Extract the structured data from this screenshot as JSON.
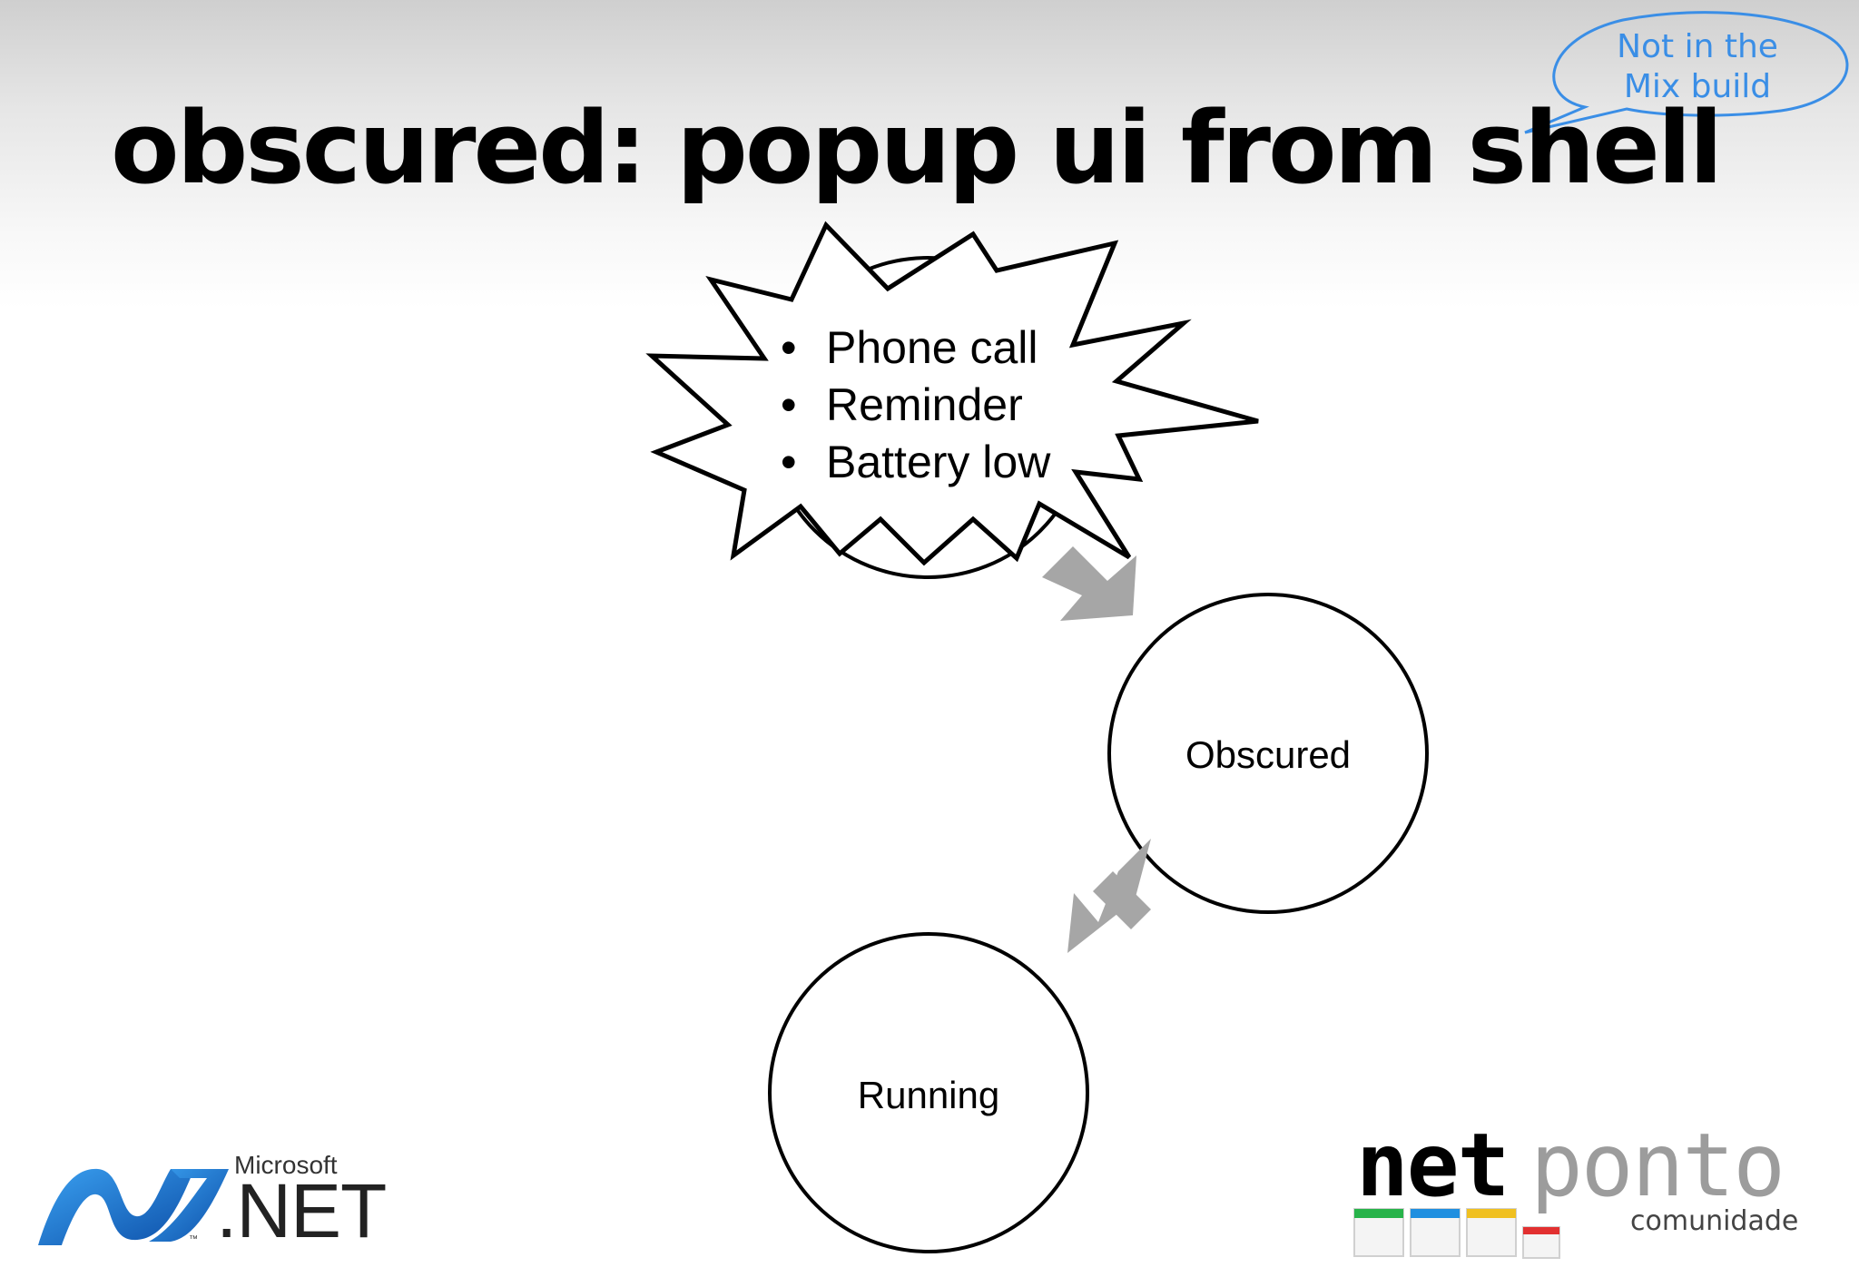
{
  "slide": {
    "title": "obscured: popup ui from shell",
    "callout": {
      "line1": "Not in the",
      "line2": "Mix build"
    },
    "popup_items": [
      "Phone call",
      "Reminder",
      "Battery low"
    ],
    "nodes": {
      "obscured": "Obscured",
      "running": "Running"
    },
    "logos": {
      "dotnet": {
        "brand": "Microsoft",
        "name": ".NET",
        "tm": "™"
      },
      "netponto": {
        "part1": "net",
        "part2": "ponto",
        "sub": "comunidade"
      }
    }
  },
  "colors": {
    "callout": "#3a8ee6",
    "arrow": "#a6a6a6",
    "dotnet_blue": "#1d7ad6"
  }
}
